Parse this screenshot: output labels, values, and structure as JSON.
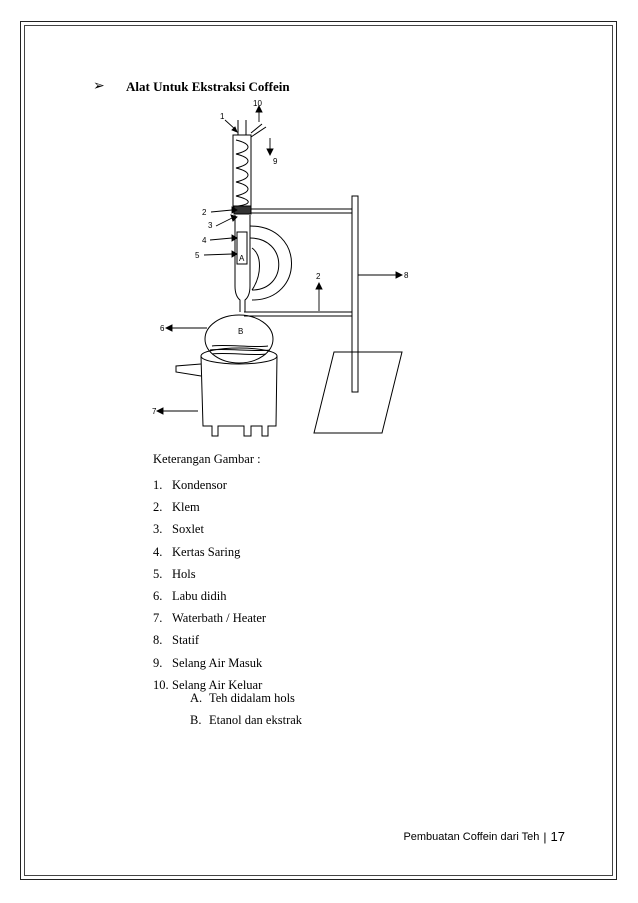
{
  "heading": {
    "bullet": "➢",
    "title": "Alat Untuk Ekstraksi Coffein"
  },
  "diagram": {
    "callouts": [
      "1",
      "2",
      "3",
      "4",
      "5",
      "6",
      "7",
      "8",
      "9",
      "10",
      "2"
    ],
    "inner_labels": [
      "A",
      "B"
    ]
  },
  "legend": {
    "title": "Keterangan Gambar :",
    "items": [
      {
        "num": "1.",
        "label": "Kondensor"
      },
      {
        "num": "2.",
        "label": "Klem"
      },
      {
        "num": "3.",
        "label": "Soxlet"
      },
      {
        "num": "4.",
        "label": "Kertas Saring"
      },
      {
        "num": "5.",
        "label": "Hols"
      },
      {
        "num": "6.",
        "label": "Labu didih"
      },
      {
        "num": "7.",
        "label": "Waterbath / Heater"
      },
      {
        "num": "8.",
        "label": "Statif"
      },
      {
        "num": "9.",
        "label": "Selang Air Masuk"
      },
      {
        "num": "10.",
        "label": "Selang Air Keluar"
      }
    ],
    "sub_items": [
      {
        "num": "A.",
        "label": "Teh didalam hols"
      },
      {
        "num": "B.",
        "label": "Etanol dan ekstrak"
      }
    ]
  },
  "footer": {
    "text": "Pembuatan Coffein dari Teh",
    "separator": "|",
    "page": "17"
  }
}
